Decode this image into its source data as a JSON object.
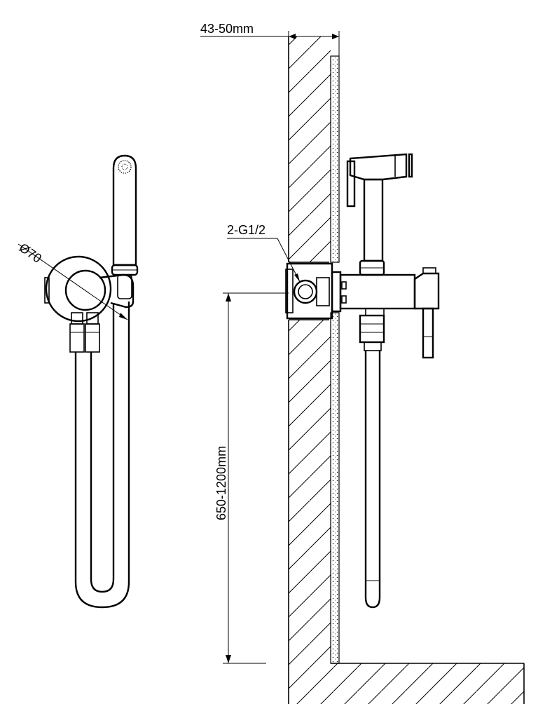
{
  "labels": {
    "wall_thickness": "43-50mm",
    "diameter": "Ø70",
    "thread": "2-G1/2",
    "height": "650-1200mm"
  },
  "colors": {
    "line": "#000000",
    "background": "#ffffff"
  }
}
